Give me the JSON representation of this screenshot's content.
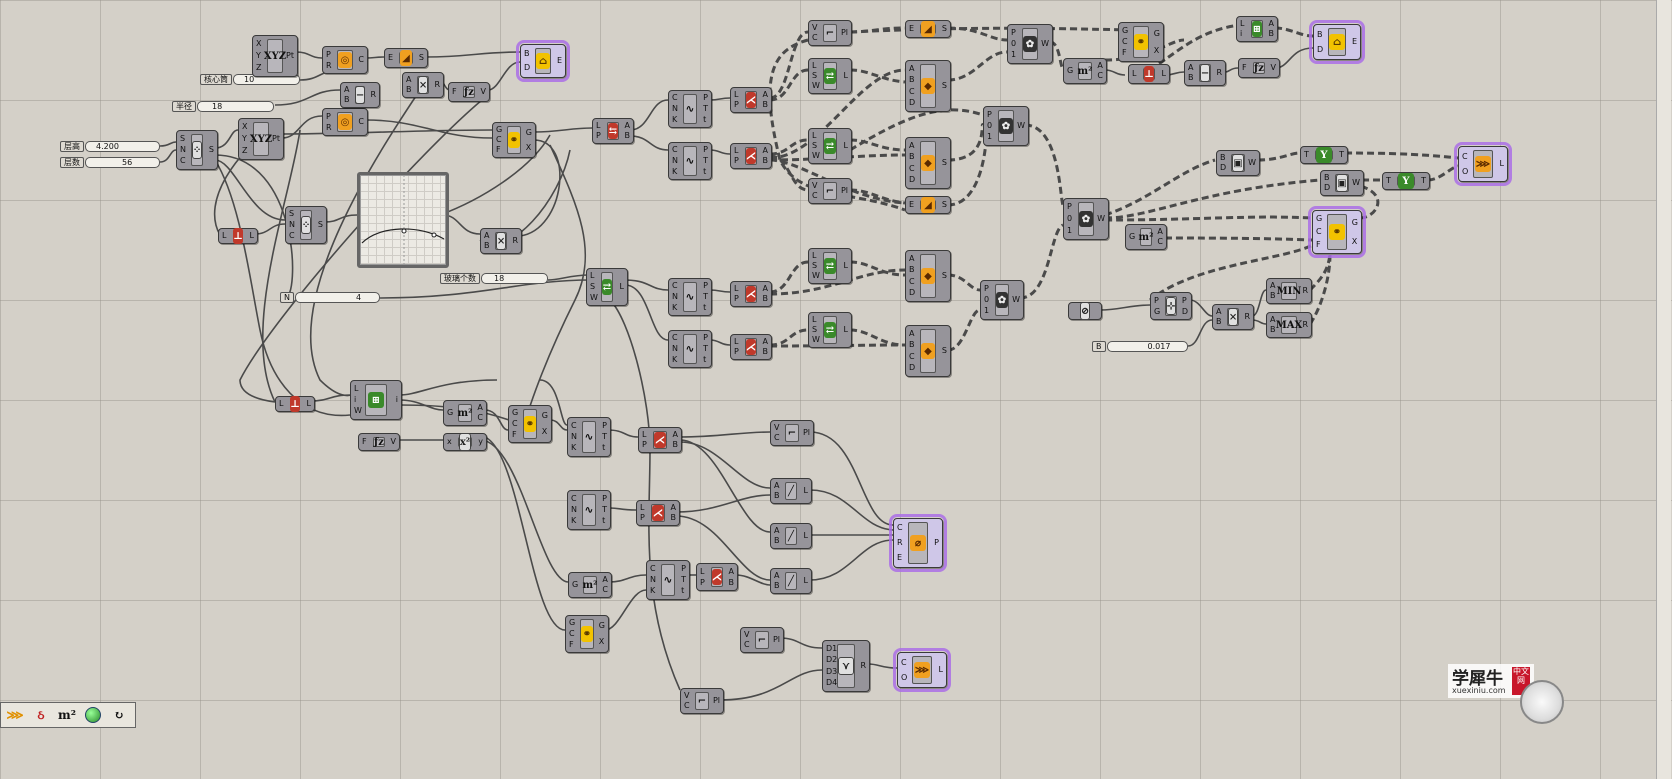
{
  "canvas": {
    "app": "Grasshopper"
  },
  "sliders": [
    {
      "id": "sl-core",
      "label": "核心筒",
      "value": "10"
    },
    {
      "id": "sl-radius",
      "label": "半径",
      "value": "18"
    },
    {
      "id": "sl-height",
      "label": "层高",
      "value": "4.200"
    },
    {
      "id": "sl-floors",
      "label": "层数",
      "value": "56"
    },
    {
      "id": "sl-count",
      "label": "玻璃个数",
      "value": "18"
    },
    {
      "id": "sl-n",
      "label": "N",
      "value": "4"
    },
    {
      "id": "sl-b",
      "label": "B",
      "value": "0.017"
    }
  ],
  "components": {
    "xyz1": {
      "ins": [
        "X",
        "Y",
        "Z"
      ],
      "outs": [
        "Pt"
      ],
      "icon": "XYZ"
    },
    "xyz2": {
      "ins": [
        "X",
        "Y",
        "Z"
      ],
      "outs": [
        "Pt"
      ],
      "icon": "XYZ"
    },
    "circ1": {
      "ins": [
        "P",
        "R"
      ],
      "outs": [
        "C"
      ],
      "icon": "◎"
    },
    "circ2": {
      "ins": [
        "P",
        "R"
      ],
      "outs": [
        "C"
      ],
      "icon": "◎"
    },
    "srf1": {
      "ins": [
        "E"
      ],
      "outs": [
        "S"
      ],
      "icon": "◢"
    },
    "brep1": {
      "ins": [
        "B",
        "D"
      ],
      "outs": [
        "E"
      ],
      "icon": "⌂"
    },
    "mul1": {
      "ins": [
        "A",
        "B"
      ],
      "outs": [
        "R"
      ],
      "icon": "×"
    },
    "sub1": {
      "ins": [
        "A",
        "B"
      ],
      "outs": [
        "R"
      ],
      "icon": "−"
    },
    "fz1": {
      "ins": [
        "F"
      ],
      "outs": [
        "V"
      ],
      "icon": "ƒz"
    },
    "series1": {
      "ins": [
        "S",
        "N",
        "C"
      ],
      "outs": [
        "S"
      ],
      "icon": "⁘"
    },
    "series2": {
      "ins": [
        "S",
        "N",
        "C"
      ],
      "outs": [
        "S"
      ],
      "icon": "⁘"
    },
    "len1": {
      "ins": [
        "L"
      ],
      "outs": [
        "L"
      ],
      "icon": "⊥"
    },
    "len2": {
      "ins": [
        "L"
      ],
      "outs": [
        "L"
      ],
      "icon": "⊥"
    },
    "mul2": {
      "ins": [
        "A",
        "B"
      ],
      "outs": [
        "R"
      ],
      "icon": "×"
    },
    "area1": {
      "ins": [
        "G"
      ],
      "outs": [
        "A",
        "C"
      ],
      "icon": "m²"
    },
    "cap1": {
      "ins": [
        "G",
        "C",
        "F"
      ],
      "outs": [
        "G",
        "X"
      ],
      "icon": "⚭"
    },
    "cap2": {
      "ins": [
        "G",
        "C",
        "F"
      ],
      "outs": [
        "G",
        "X"
      ],
      "icon": "⚭"
    },
    "cap3": {
      "ins": [
        "G",
        "C",
        "F"
      ],
      "outs": [
        "G",
        "X"
      ],
      "icon": "⚭"
    },
    "shift1": {
      "ins": [
        "L",
        "P"
      ],
      "outs": [
        "A",
        "B"
      ],
      "icon": "⇆"
    },
    "div1": {
      "ins": [
        "L",
        "S",
        "W"
      ],
      "outs": [
        "L"
      ],
      "icon": "⇄"
    },
    "div2": {
      "ins": [
        "L",
        "S",
        "W"
      ],
      "outs": [
        "L"
      ],
      "icon": "⇄"
    },
    "div3": {
      "ins": [
        "L",
        "S",
        "W"
      ],
      "outs": [
        "L"
      ],
      "icon": "⇄"
    },
    "div4": {
      "ins": [
        "L",
        "S",
        "W"
      ],
      "outs": [
        "L"
      ],
      "icon": "⇄"
    },
    "div5": {
      "ins": [
        "L",
        "S",
        "W"
      ],
      "outs": [
        "L"
      ],
      "icon": "⇄"
    },
    "div6": {
      "ins": [
        "L",
        "S",
        "W"
      ],
      "outs": [
        "L"
      ],
      "icon": "⇄"
    },
    "crvpt1": {
      "ins": [
        "C",
        "N",
        "K"
      ],
      "outs": [
        "P",
        "T",
        "t"
      ],
      "icon": "∿"
    },
    "crvpt2": {
      "ins": [
        "C",
        "N",
        "K"
      ],
      "outs": [
        "P",
        "T",
        "t"
      ],
      "icon": "∿"
    },
    "crvpt3": {
      "ins": [
        "C",
        "N",
        "K"
      ],
      "outs": [
        "P",
        "T",
        "t"
      ],
      "icon": "∿"
    },
    "crvpt4": {
      "ins": [
        "C",
        "N",
        "K"
      ],
      "outs": [
        "P",
        "T",
        "t"
      ],
      "icon": "∿"
    },
    "crvpt5": {
      "ins": [
        "C",
        "N",
        "K"
      ],
      "outs": [
        "P",
        "T",
        "t"
      ],
      "icon": "∿"
    },
    "crvpt6": {
      "ins": [
        "C",
        "N",
        "K"
      ],
      "outs": [
        "P",
        "T",
        "t"
      ],
      "icon": "∿"
    },
    "crvpt7": {
      "ins": [
        "C",
        "N",
        "K"
      ],
      "outs": [
        "P",
        "T",
        "t"
      ],
      "icon": "∿"
    },
    "split1": {
      "ins": [
        "L",
        "P"
      ],
      "outs": [
        "A",
        "B"
      ],
      "icon": "⋌"
    },
    "split2": {
      "ins": [
        "L",
        "P"
      ],
      "outs": [
        "A",
        "B"
      ],
      "icon": "⋌"
    },
    "split3": {
      "ins": [
        "L",
        "P"
      ],
      "outs": [
        "A",
        "B"
      ],
      "icon": "⋌"
    },
    "split4": {
      "ins": [
        "L",
        "P"
      ],
      "outs": [
        "A",
        "B"
      ],
      "icon": "⋌"
    },
    "split5": {
      "ins": [
        "L",
        "P"
      ],
      "outs": [
        "A",
        "B"
      ],
      "icon": "⋌"
    },
    "split6": {
      "ins": [
        "L",
        "P"
      ],
      "outs": [
        "A",
        "B"
      ],
      "icon": "⋌"
    },
    "split7": {
      "ins": [
        "L",
        "P"
      ],
      "outs": [
        "A",
        "B"
      ],
      "icon": "⋌"
    },
    "pline1": {
      "ins": [
        "V",
        "C"
      ],
      "outs": [
        "Pl"
      ],
      "icon": "⌐"
    },
    "pline2": {
      "ins": [
        "V",
        "C"
      ],
      "outs": [
        "Pl"
      ],
      "icon": "⌐"
    },
    "pline3": {
      "ins": [
        "V",
        "C"
      ],
      "outs": [
        "Pl"
      ],
      "icon": "⌐"
    },
    "pline4": {
      "ins": [
        "V",
        "C"
      ],
      "outs": [
        "Pl"
      ],
      "icon": "⌐"
    },
    "pline5": {
      "ins": [
        "V",
        "C"
      ],
      "outs": [
        "Pl"
      ],
      "icon": "⌐"
    },
    "surf1": {
      "ins": [
        "A",
        "B",
        "C",
        "D"
      ],
      "outs": [
        "S"
      ],
      "icon": "◆"
    },
    "surf2": {
      "ins": [
        "A",
        "B",
        "C",
        "D"
      ],
      "outs": [
        "S"
      ],
      "icon": "◆"
    },
    "surf3": {
      "ins": [
        "A",
        "B",
        "C",
        "D"
      ],
      "outs": [
        "S"
      ],
      "icon": "◆"
    },
    "surf4": {
      "ins": [
        "A",
        "B",
        "C",
        "D"
      ],
      "outs": [
        "S"
      ],
      "icon": "◆"
    },
    "srf2": {
      "ins": [
        "E"
      ],
      "outs": [
        "S"
      ],
      "icon": "◢"
    },
    "srf3": {
      "ins": [
        "E"
      ],
      "outs": [
        "S"
      ],
      "icon": "◢"
    },
    "weave1": {
      "ins": [
        "P",
        "0",
        "1"
      ],
      "outs": [
        "W"
      ],
      "icon": "✿"
    },
    "weave2": {
      "ins": [
        "P",
        "0",
        "1"
      ],
      "outs": [
        "W"
      ],
      "icon": "✿"
    },
    "weave3": {
      "ins": [
        "P",
        "0",
        "1"
      ],
      "outs": [
        "W"
      ],
      "icon": "✿"
    },
    "weave4": {
      "ins": [
        "P",
        "0",
        "1"
      ],
      "outs": [
        "W"
      ],
      "icon": "✿"
    },
    "weave5": {
      "ins": [
        "P",
        "0",
        "1"
      ],
      "outs": [
        "W"
      ],
      "icon": "✿"
    },
    "area2": {
      "ins": [
        "G"
      ],
      "outs": [
        "A",
        "C"
      ],
      "icon": "m²"
    },
    "area3": {
      "ins": [
        "G"
      ],
      "outs": [
        "A",
        "C"
      ],
      "icon": "m²"
    },
    "area4": {
      "ins": [
        "G"
      ],
      "outs": [
        "A",
        "C"
      ],
      "icon": "m²"
    },
    "area5": {
      "ins": [
        "G"
      ],
      "outs": [
        "A",
        "C"
      ],
      "icon": "m²"
    },
    "cap4": {
      "ins": [
        "G",
        "C",
        "F"
      ],
      "outs": [
        "G",
        "X"
      ],
      "icon": "⚭"
    },
    "cap5": {
      "ins": [
        "G",
        "C",
        "F"
      ],
      "outs": [
        "G",
        "X"
      ],
      "icon": "⚭"
    },
    "len3": {
      "ins": [
        "L"
      ],
      "outs": [
        "L"
      ],
      "icon": "⊥"
    },
    "sub2": {
      "ins": [
        "A",
        "B"
      ],
      "outs": [
        "R"
      ],
      "icon": "−"
    },
    "cull1": {
      "ins": [
        "L",
        "i"
      ],
      "outs": [
        "A",
        "B"
      ],
      "icon": "⊞"
    },
    "fz2": {
      "ins": [
        "F"
      ],
      "outs": [
        "V"
      ],
      "icon": "ƒz"
    },
    "fz3": {
      "ins": [
        "F"
      ],
      "outs": [
        "V"
      ],
      "icon": "ƒz"
    },
    "brep2": {
      "ins": [
        "B",
        "D"
      ],
      "outs": [
        "E"
      ],
      "icon": "⌂"
    },
    "box1": {
      "ins": [
        "B",
        "D"
      ],
      "outs": [
        "W"
      ],
      "icon": "▣"
    },
    "box2": {
      "ins": [
        "B",
        "D"
      ],
      "outs": [
        "W"
      ],
      "icon": "▣"
    },
    "tree1": {
      "ins": [
        "T"
      ],
      "outs": [
        "T"
      ],
      "icon": "Y"
    },
    "tree2": {
      "ins": [
        "T"
      ],
      "outs": [
        "T"
      ],
      "icon": "Y"
    },
    "join1": {
      "ins": [
        "C",
        "O"
      ],
      "outs": [
        "L"
      ],
      "icon": "⋙"
    },
    "join2": {
      "ins": [
        "C",
        "O"
      ],
      "outs": [
        "L"
      ],
      "icon": "⋙"
    },
    "pipe1": {
      "ins": [
        "C",
        "R",
        "E"
      ],
      "outs": [
        "P"
      ],
      "icon": "⌀"
    },
    "merge1": {
      "ins": [
        "D1",
        "D2",
        "D3",
        "D4"
      ],
      "outs": [
        "R"
      ],
      "icon": "⋎"
    },
    "line1": {
      "ins": [
        "A",
        "B"
      ],
      "outs": [
        "L"
      ],
      "icon": "╱"
    },
    "line2": {
      "ins": [
        "A",
        "B"
      ],
      "outs": [
        "L"
      ],
      "icon": "╱"
    },
    "line3": {
      "ins": [
        "A",
        "B"
      ],
      "outs": [
        "L"
      ],
      "icon": "╱"
    },
    "cp1": {
      "ins": [
        "P",
        "G"
      ],
      "outs": [
        "P",
        "D"
      ],
      "icon": "⊹"
    },
    "mul3": {
      "ins": [
        "A",
        "B"
      ],
      "outs": [
        "R"
      ],
      "icon": "×"
    },
    "min1": {
      "ins": [
        "A",
        "B"
      ],
      "outs": [
        "R"
      ],
      "icon": "MIN"
    },
    "max1": {
      "ins": [
        "A",
        "B"
      ],
      "outs": [
        "R"
      ],
      "icon": "MAX"
    },
    "seriesL": {
      "ins": [
        "L",
        "i",
        "W"
      ],
      "outs": [
        "i"
      ],
      "icon": "⊞"
    },
    "xy1": {
      "ins": [
        "x"
      ],
      "outs": [
        "y"
      ],
      "icon": "x²"
    },
    "gen1": {
      "ins": [],
      "outs": [],
      "icon": "⊘"
    }
  },
  "toolbar": [
    "join-icon",
    "curve-icon",
    "m²",
    "sphere-icon",
    "rotate-icon"
  ],
  "watermark": {
    "title": "学犀牛",
    "badge": "中文网",
    "url": "xuexiniu.com"
  },
  "colors": {
    "canvas": "#d4d0c8",
    "component": "#96949a",
    "selected": "#aa6ee6",
    "wire": "#4a4a4a"
  }
}
